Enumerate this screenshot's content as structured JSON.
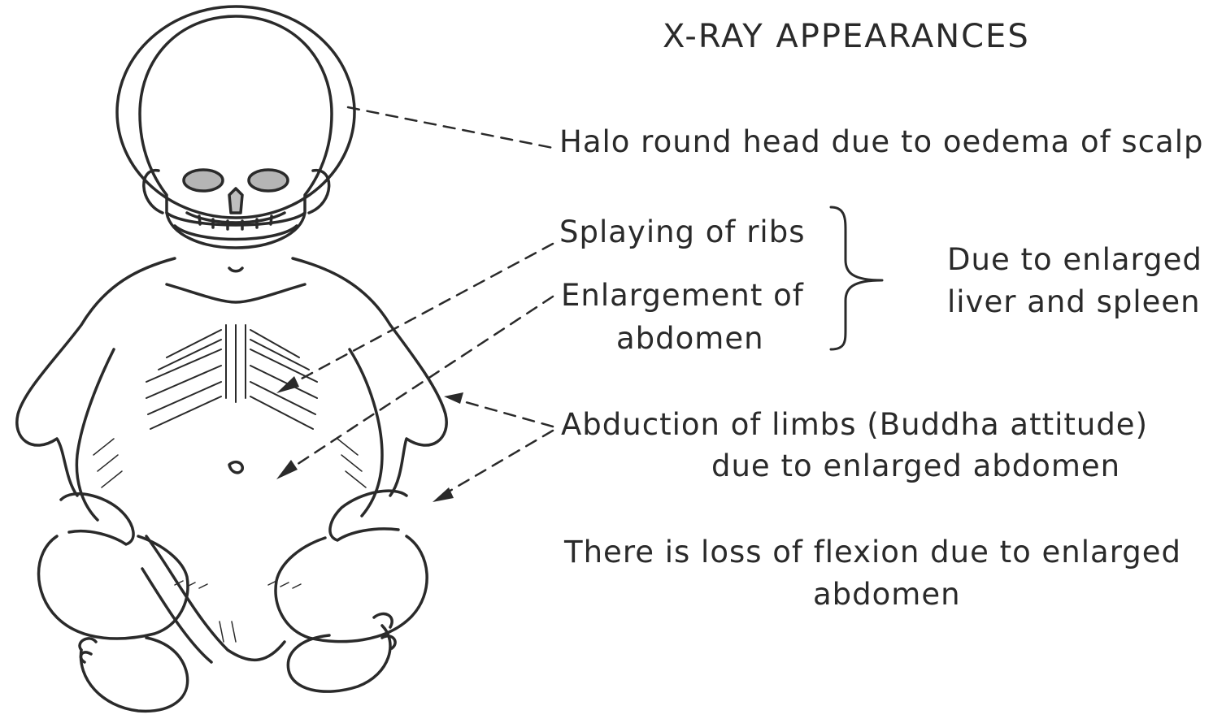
{
  "title": "X-RAY APPEARANCES",
  "labels": {
    "halo": "Halo round head due to oedema of scalp",
    "splaying": "Splaying of ribs",
    "enlargement_line1": "Enlargement  of",
    "enlargement_line2": "abdomen",
    "due_line1": "Due to enlarged",
    "due_line2": "liver and spleen",
    "abduction_line1": "Abduction  of limbs (Buddha attitude)",
    "abduction_line2": "due to enlarged abdomen",
    "flexion_line1": "There is loss of flexion due to enlarged",
    "flexion_line2": "abdomen"
  },
  "colors": {
    "ink": "#2a2a2a",
    "background": "#ffffff"
  }
}
